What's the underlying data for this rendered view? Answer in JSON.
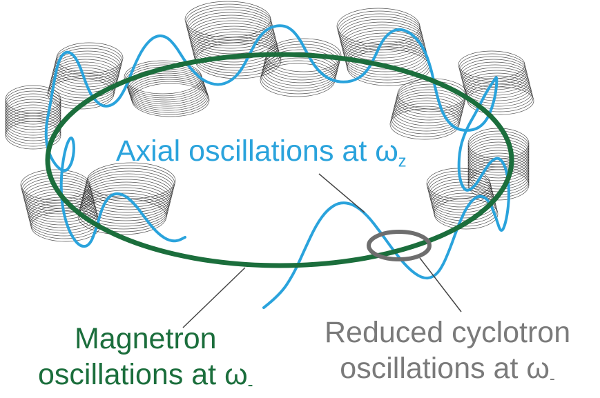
{
  "colors": {
    "axial": "#2aa3dc",
    "magnetron": "#1b6e3c",
    "cyclotron": "#7a7a7a",
    "cyclotron_ring": "#6e6e6e",
    "coil": "#1a1a1a",
    "leader": "#444444"
  },
  "labels": {
    "axial": {
      "text": "Axial oscillations at ω",
      "subscript": "z"
    },
    "magnetron": {
      "line1": "Magnetron",
      "line2": "oscillations at ω",
      "subscript": "-"
    },
    "cyclotron": {
      "line1": "Reduced cyclotron",
      "line2": "oscillations at ω",
      "subscript": "-"
    }
  }
}
